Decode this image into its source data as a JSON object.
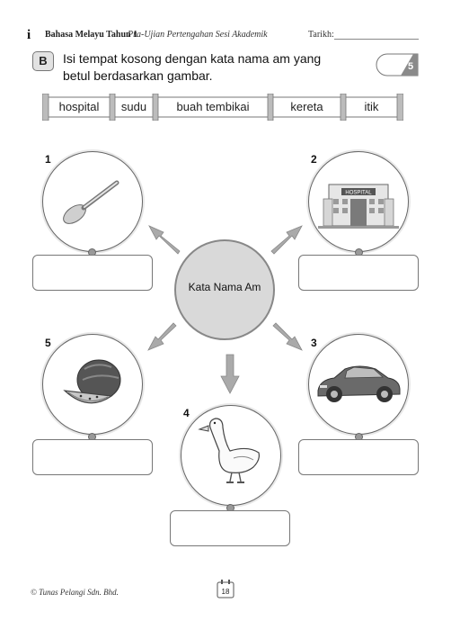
{
  "header": {
    "logo": "i",
    "book": "Bahasa Melayu Tahun 1",
    "subtitle": "Pra-Ujian Pertengahan Sesi Akademik",
    "date_label": "Tarikh:"
  },
  "section": {
    "letter": "B",
    "instruction": "Isi tempat kosong dengan kata nama am yang betul berdasarkan gambar.",
    "score": "5"
  },
  "word_bank": [
    "hospital",
    "sudu",
    "buah tembikai",
    "kereta",
    "itik"
  ],
  "center_label": "Kata Nama Am",
  "items": [
    {
      "number": "1",
      "picture": "spoon"
    },
    {
      "number": "2",
      "picture": "hospital-building",
      "sign": "HOSPITAL"
    },
    {
      "number": "3",
      "picture": "car"
    },
    {
      "number": "4",
      "picture": "duck"
    },
    {
      "number": "5",
      "picture": "watermelon"
    }
  ],
  "footer": {
    "copyright": "© Tunas Pelangi Sdn. Bhd.",
    "page": "18"
  },
  "colors": {
    "ink": "#222222",
    "circle_border": "#666666",
    "center_fill": "#d9d9d9"
  }
}
